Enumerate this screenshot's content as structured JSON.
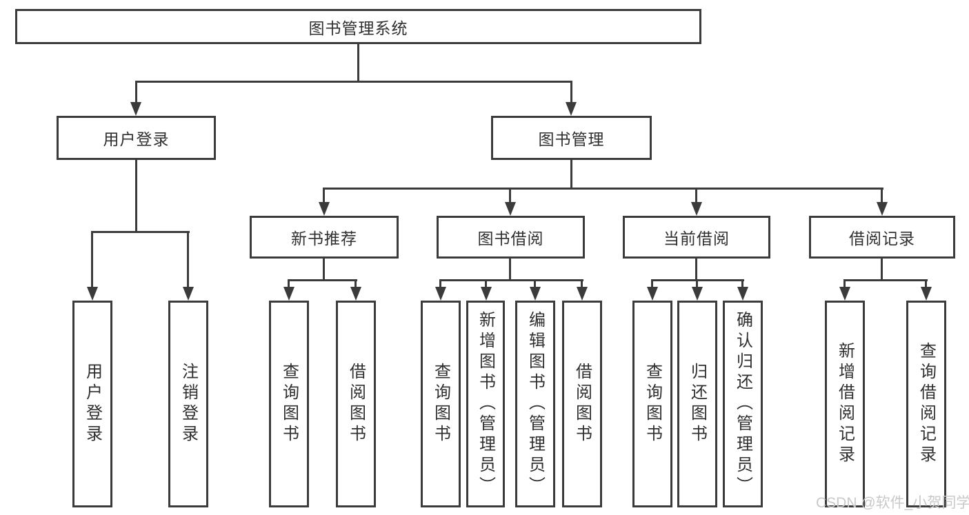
{
  "tree": {
    "root": "图书管理系统",
    "children": [
      {
        "label": "用户登录",
        "children": [
          "用户登录",
          "注销登录"
        ]
      },
      {
        "label": "图书管理",
        "children": [
          {
            "label": "新书推荐",
            "children": [
              "查询图书",
              "借阅图书"
            ]
          },
          {
            "label": "图书借阅",
            "children": [
              "查询图书",
              "新增图书（管理员）",
              "编辑图书（管理员）",
              "借阅图书"
            ]
          },
          {
            "label": "当前借阅",
            "children": [
              "查询图书",
              "归还图书",
              "确认归还（管理员）"
            ]
          },
          {
            "label": "借阅记录",
            "children": [
              "新增借阅记录",
              "查询借阅记录"
            ]
          }
        ]
      }
    ]
  },
  "watermark": "CSDN @软件_小贺同学",
  "colors": {
    "line": "#3b3b3b",
    "text": "#2f2f2f",
    "watermark": "#c9c9c9",
    "background": "#ffffff"
  }
}
